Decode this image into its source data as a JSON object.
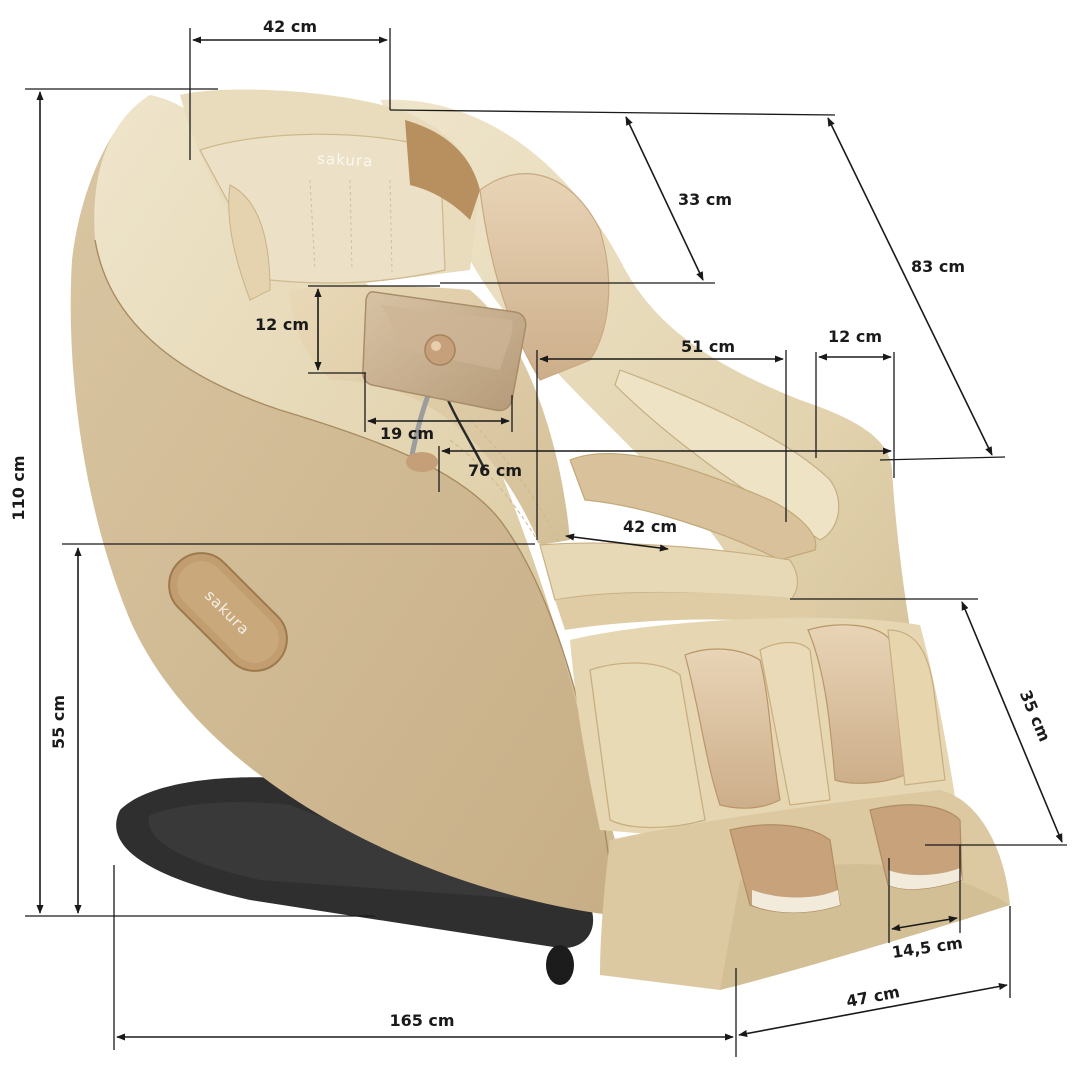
{
  "product": {
    "type": "massage chair",
    "brand_text_headrest": "sakura",
    "brand_text_side": "sakura",
    "colors": {
      "upholstery_light": "#e8dcbf",
      "upholstery_mid": "#d8c7a0",
      "upholstery_shadow": "#bfa97c",
      "accent_panel": "#c9ae82",
      "gold_trim": "#b08a5a",
      "tablet": "#c2a98a",
      "base": "#2e2e2e",
      "dimension_ink": "#1a1a1a"
    }
  },
  "dimensions": {
    "headrest_width": "42 cm",
    "backrest_upper": "33 cm",
    "backrest_length": "83 cm",
    "shoulder_gap": "12 cm",
    "tablet_width": "19 cm",
    "seat_depth": "51 cm",
    "armrest_width": "12 cm",
    "inner_width": "76 cm",
    "seat_width": "42 cm",
    "total_height": "110 cm",
    "seat_height": "55 cm",
    "leg_rest_length": "35 cm",
    "foot_width": "14,5 cm",
    "total_length": "165 cm",
    "total_width": "47 cm"
  }
}
